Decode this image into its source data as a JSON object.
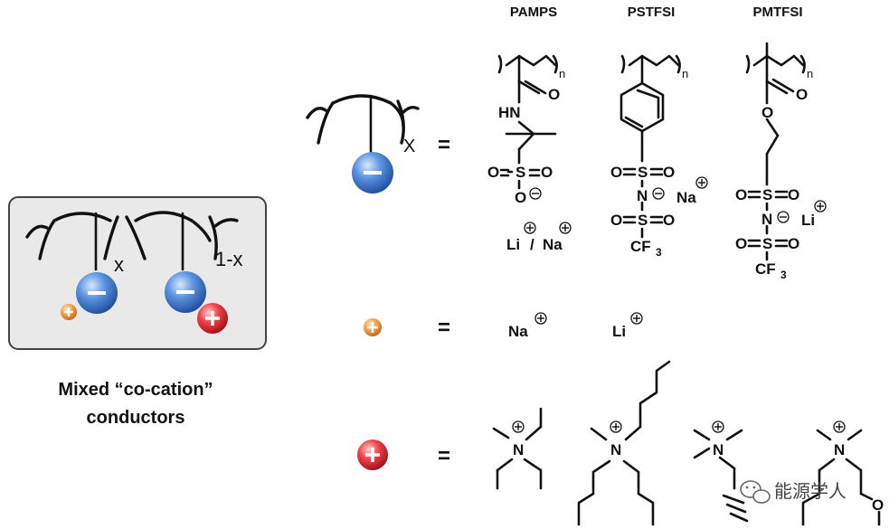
{
  "headers": {
    "pamps": "PAMPS",
    "pstfsi": "PSTFSI",
    "pmtfsi": "PMTFSI"
  },
  "left_panel": {
    "subscript_x": "x",
    "subscript_1mx": "1-x",
    "caption_line1": "Mixed “co-cation”",
    "caption_line2": "conductors"
  },
  "rows": {
    "polyanion": {
      "equals": "=",
      "subscript": "X"
    },
    "small_cation": {
      "equals": "=",
      "option_1": "Na",
      "option_2": "Li"
    },
    "large_cation": {
      "equals": "="
    }
  },
  "pamps": {
    "n": "n",
    "O": "O",
    "HN": "HN",
    "S": "S",
    "O_left": "O",
    "O_right": "O",
    "O_bottom": "O",
    "Li": "Li",
    "slash": "/",
    "Na": "Na"
  },
  "pstfsi": {
    "n": "n",
    "S": "S",
    "O_left": "O",
    "O_right": "O",
    "N": "N",
    "Na": "Na",
    "S2": "S",
    "O2_left": "O",
    "O2_right": "O",
    "CF": "CF",
    "sub3": "3"
  },
  "pmtfsi": {
    "n": "n",
    "O_carbonyl": "O",
    "O_ester": "O",
    "S": "S",
    "O_left": "O",
    "O_right": "O",
    "N": "N",
    "Li": "Li",
    "S2": "S",
    "O2_left": "O",
    "O2_right": "O",
    "CF": "CF",
    "sub3": "3"
  },
  "ammonium": {
    "N": "N",
    "O": "O"
  },
  "watermark": "能源学人",
  "colors": {
    "anion_blue": "#3b74c9",
    "small_cation_orange": "#f08a2c",
    "large_cation_red": "#e0202c",
    "panel_bg": "#e9e9e9",
    "panel_border": "#444444"
  },
  "icons": {
    "anion": "minus-sphere",
    "small_cation": "plus-sphere-small",
    "large_cation": "plus-sphere-large",
    "watermark": "wechat-icon"
  }
}
